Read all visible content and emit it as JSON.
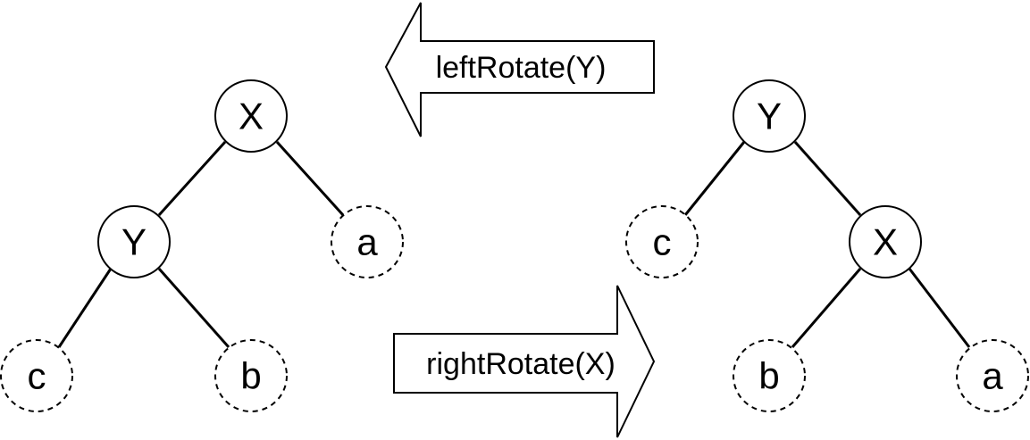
{
  "left_tree": {
    "root": "X",
    "left_child": "Y",
    "right_leaf": "a",
    "left_left_leaf": "c",
    "left_right_leaf": "b"
  },
  "right_tree": {
    "root": "Y",
    "left_leaf": "c",
    "right_child": "X",
    "right_left_leaf": "b",
    "right_right_leaf": "a"
  },
  "arrows": {
    "top_label": "leftRotate(Y)",
    "bottom_label": "rightRotate(X)"
  },
  "colors": {
    "stroke": "#000000",
    "fill": "#ffffff"
  }
}
